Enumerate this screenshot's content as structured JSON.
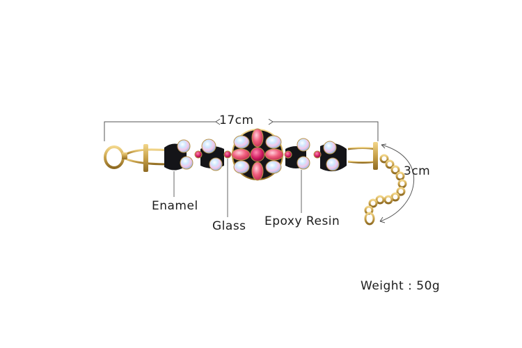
{
  "dimensions": {
    "length": "17cm",
    "extension": "3cm"
  },
  "materials": {
    "enamel": "Enamel",
    "glass": "Glass",
    "epoxy_resin": "Epoxy Resin"
  },
  "weight": "Weight : 50g",
  "colors": {
    "gold": "#c9a24a",
    "enamel_black": "#141418",
    "rhinestone_pink": "#e0407a",
    "crystal_blue": "#8fd0ee",
    "line": "#555555"
  }
}
